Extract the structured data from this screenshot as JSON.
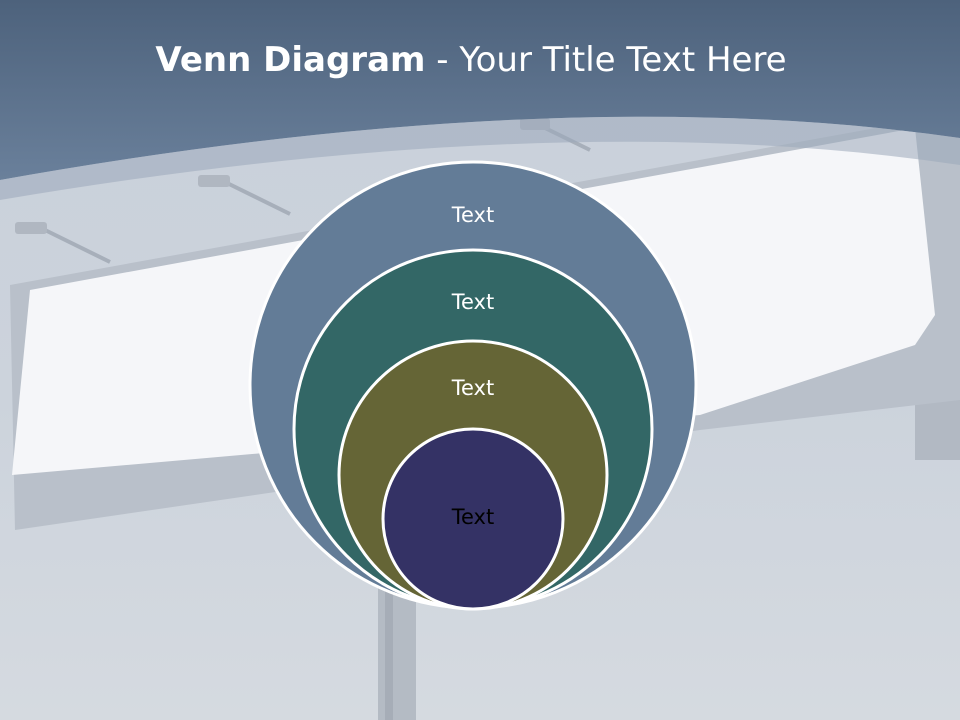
{
  "title": {
    "bold": "Venn Diagram",
    "rest": " - Your Title Text Here"
  },
  "diagram": {
    "type": "nested-circles",
    "rings": [
      {
        "label": "Text",
        "color": "#637c97",
        "text_color": "#ffffff"
      },
      {
        "label": "Text",
        "color": "#336766",
        "text_color": "#ffffff"
      },
      {
        "label": "Text",
        "color": "#656536",
        "text_color": "#ffffff"
      },
      {
        "label": "Text",
        "color": "#343265",
        "text_color": "#000000"
      }
    ]
  },
  "colors": {
    "header_band": "#5a7290",
    "ring_border": "#ffffff",
    "billboard_panel": "#f5f6f9"
  }
}
